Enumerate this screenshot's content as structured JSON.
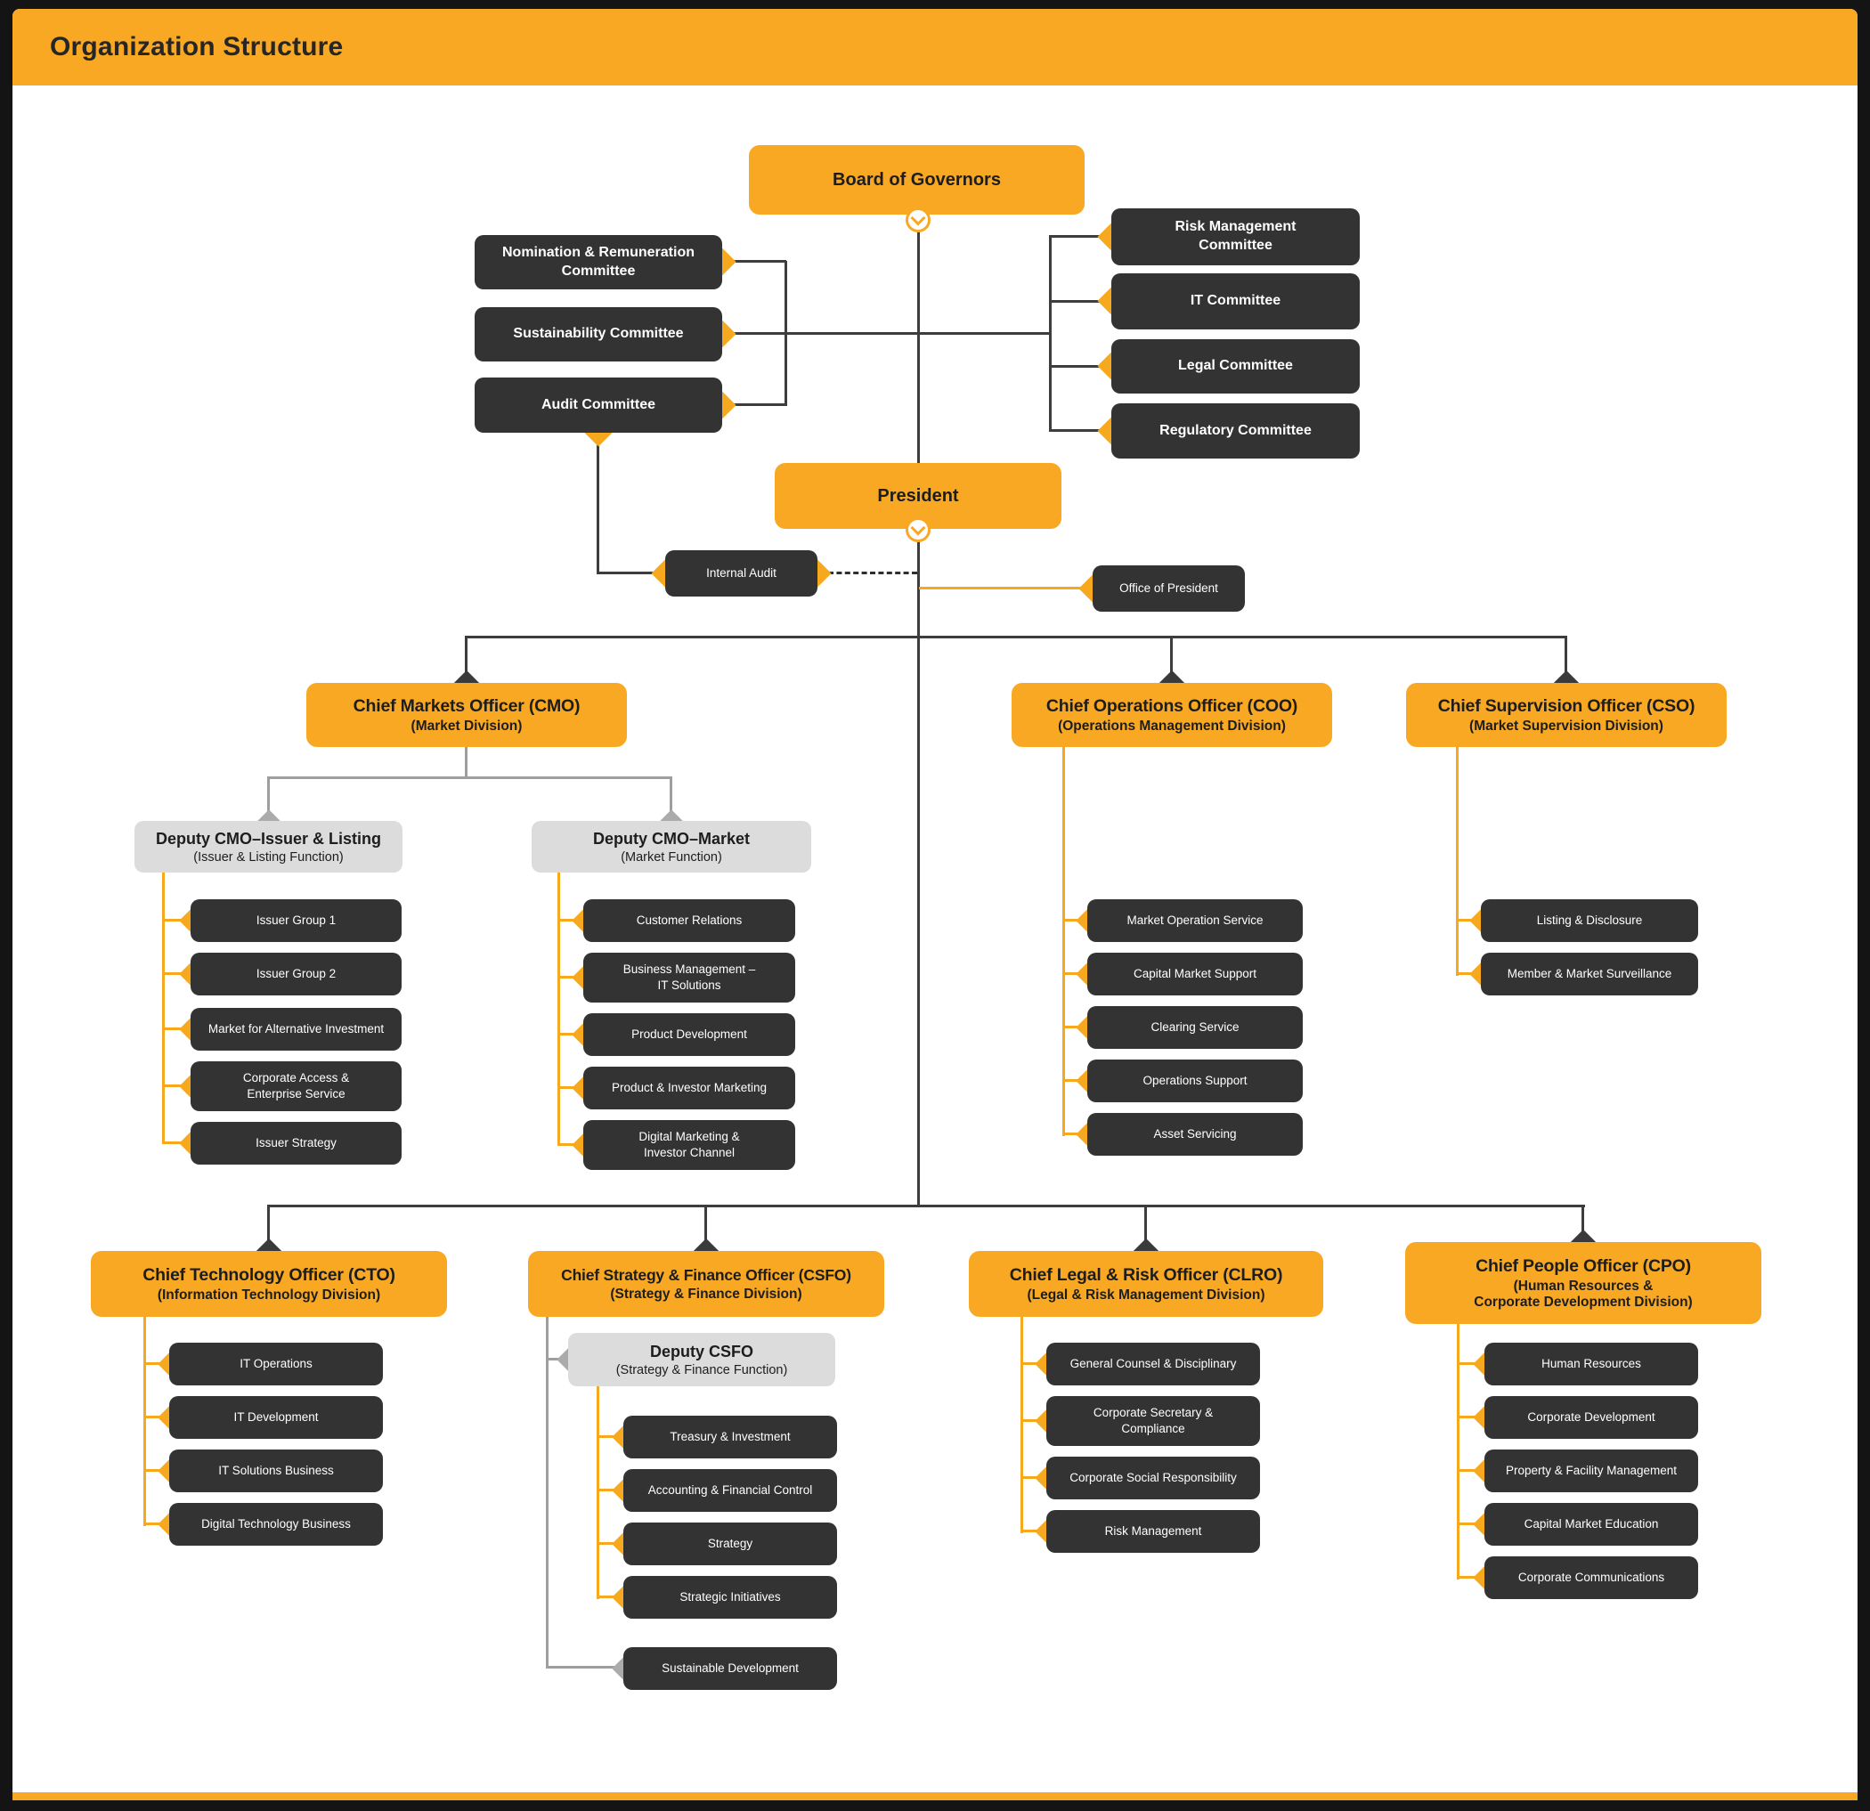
{
  "title": "Organization Structure",
  "colors": {
    "accent_orange": "#F8A823",
    "box_dark": "#333333",
    "box_gray": "#DCDCDC",
    "line_dark": "#3D3D3D",
    "line_gray": "#9E9E9E",
    "background": "#141414"
  },
  "board": {
    "label": "Board of Governors"
  },
  "president": {
    "label": "President"
  },
  "committees_left": [
    {
      "label": "Nomination & Remuneration",
      "label2": "Committee"
    },
    {
      "label": "Sustainability Committee"
    },
    {
      "label": "Audit Committee"
    }
  ],
  "committees_right": [
    {
      "label": "Risk Management",
      "label2": "Committee"
    },
    {
      "label": "IT Committee"
    },
    {
      "label": "Legal Committee"
    },
    {
      "label": "Regulatory Committee"
    }
  ],
  "internal_audit": {
    "label": "Internal Audit"
  },
  "office_of_president": {
    "label": "Office of President"
  },
  "cmo": {
    "label": "Chief Markets Officer (CMO)",
    "sublabel": "(Market Division)"
  },
  "coo": {
    "label": "Chief Operations Officer (COO)",
    "sublabel": "(Operations Management Division)"
  },
  "cso": {
    "label": "Chief Supervision Officer (CSO)",
    "sublabel": "(Market Supervision Division)"
  },
  "deputy_cmo_issuer": {
    "label": "Deputy CMO–Issuer & Listing",
    "sublabel": "(Issuer & Listing Function)"
  },
  "deputy_cmo_market": {
    "label": "Deputy CMO–Market",
    "sublabel": "(Market Function)"
  },
  "cmo_issuer_units": [
    {
      "label": "Issuer Group 1"
    },
    {
      "label": "Issuer Group 2"
    },
    {
      "label": "Market for Alternative Investment"
    },
    {
      "label": "Corporate Access &",
      "label2": "Enterprise Service"
    },
    {
      "label": "Issuer Strategy"
    }
  ],
  "cmo_market_units": [
    {
      "label": "Customer Relations"
    },
    {
      "label": "Business Management –",
      "label2": "IT Solutions"
    },
    {
      "label": "Product Development"
    },
    {
      "label": "Product & Investor Marketing"
    },
    {
      "label": "Digital Marketing &",
      "label2": "Investor Channel"
    }
  ],
  "coo_units": [
    {
      "label": "Market Operation Service"
    },
    {
      "label": "Capital Market Support"
    },
    {
      "label": "Clearing Service"
    },
    {
      "label": "Operations Support"
    },
    {
      "label": "Asset Servicing"
    }
  ],
  "cso_units": [
    {
      "label": "Listing & Disclosure"
    },
    {
      "label": "Member & Market Surveillance"
    }
  ],
  "cto": {
    "label": "Chief Technology Officer (CTO)",
    "sublabel": "(Information Technology Division)"
  },
  "cto_units": [
    {
      "label": "IT Operations"
    },
    {
      "label": "IT Development"
    },
    {
      "label": "IT Solutions Business"
    },
    {
      "label": "Digital Technology Business"
    }
  ],
  "csfo": {
    "label": "Chief Strategy & Finance Officer (CSFO)",
    "sublabel": "(Strategy & Finance Division)"
  },
  "deputy_csfo": {
    "label": "Deputy CSFO",
    "sublabel": "(Strategy & Finance Function)"
  },
  "csfo_units": [
    {
      "label": "Treasury & Investment"
    },
    {
      "label": "Accounting & Financial Control"
    },
    {
      "label": "Strategy"
    },
    {
      "label": "Strategic Initiatives"
    }
  ],
  "csfo_direct_unit": {
    "label": "Sustainable Development"
  },
  "clro": {
    "label": "Chief Legal & Risk Officer (CLRO)",
    "sublabel": "(Legal & Risk Management Division)"
  },
  "clro_units": [
    {
      "label": "General Counsel & Disciplinary"
    },
    {
      "label": "Corporate Secretary &",
      "label2": "Compliance"
    },
    {
      "label": "Corporate Social Responsibility"
    },
    {
      "label": "Risk Management"
    }
  ],
  "cpo": {
    "label": "Chief People Officer (CPO)",
    "sublabel": "(Human Resources &",
    "sublabel2": "Corporate Development Division)"
  },
  "cpo_units": [
    {
      "label": "Human Resources"
    },
    {
      "label": "Corporate Development"
    },
    {
      "label": "Property & Facility Management"
    },
    {
      "label": "Capital Market Education"
    },
    {
      "label": "Corporate Communications"
    }
  ]
}
